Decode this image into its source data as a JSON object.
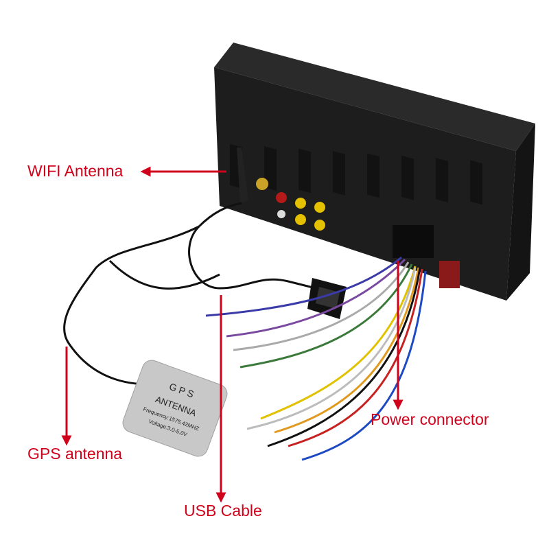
{
  "callouts": {
    "wifi_antenna": "WIFI Antenna",
    "power_connector": "Power connector",
    "gps_antenna": "GPS antenna",
    "usb_cable": "USB Cable"
  },
  "gps_module": {
    "line1": "G P S",
    "line2": "ANTENNA",
    "line3": "Frequency:1575.42MHZ",
    "line4": "Voltage:3.0-5.0V"
  },
  "colors": {
    "callout": "#d0021b",
    "unit_body": "#1b1b1b",
    "background": "#ffffff"
  }
}
